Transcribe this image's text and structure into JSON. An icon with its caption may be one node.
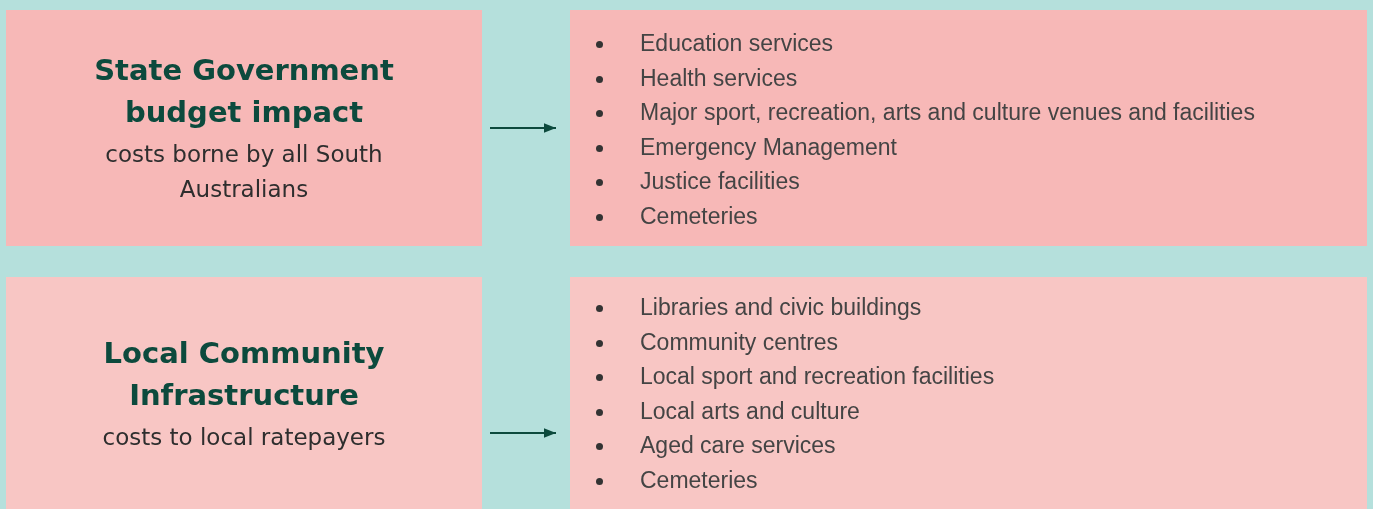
{
  "diagram": {
    "nodes": [
      {
        "text": [
          "State Government budget impact",
          "costs borne by all South Australians"
        ]
      },
      {
        "text": [
          "Education services",
          "Health services",
          "Major sport, recreation, arts and culture venues and facilities",
          "Emergency Management",
          "Justice facilities",
          "Cemeteries"
        ]
      },
      {
        "text": [
          "Local Community Infrastructure",
          "costs to local ratepayers"
        ]
      },
      {
        "text": [
          "Libraries and civic buildings",
          "Community centres",
          "Local sport and recreation facilities",
          "Local arts and culture",
          "Aged care services",
          "Cemeteries"
        ]
      }
    ],
    "edges": [
      {
        "from": 0,
        "to": 1,
        "arrow": "to"
      },
      {
        "from": 2,
        "to": 3,
        "arrow": "to"
      }
    ]
  }
}
